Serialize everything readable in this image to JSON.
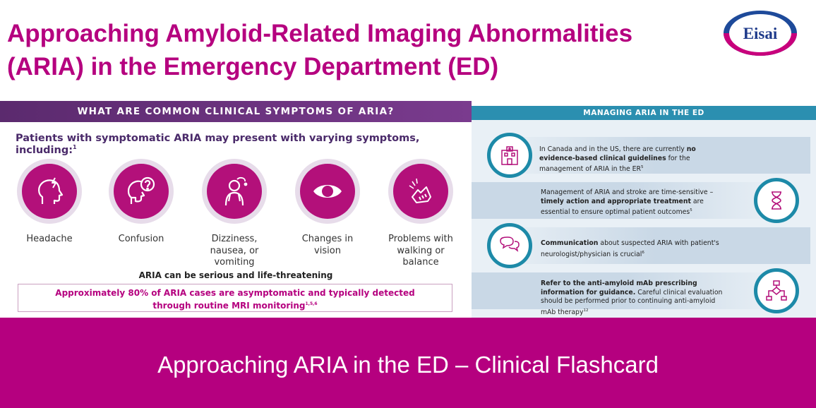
{
  "title_line1": "Approaching Amyloid-Related Imaging Abnormalities",
  "title_line2": "(ARIA) in the Emergency Department (ED)",
  "logo_text": "Eisai",
  "left_panel": {
    "heading": "WHAT ARE COMMON CLINICAL SYMPTOMS OF ARIA?",
    "intro": "Patients with symptomatic ARIA may present with varying symptoms, including:",
    "intro_ref": "1",
    "symptoms": [
      {
        "label1": "Headache",
        "label2": "",
        "label3": "",
        "icon": "head-pain-icon"
      },
      {
        "label1": "Confusion",
        "label2": "",
        "label3": "",
        "icon": "question-head-icon"
      },
      {
        "label1": "Dizziness,",
        "label2": "nausea, or",
        "label3": "vomiting",
        "icon": "dizzy-person-icon"
      },
      {
        "label1": "Changes in",
        "label2": "vision",
        "label3": "",
        "icon": "eye-icon"
      },
      {
        "label1": "Problems with",
        "label2": "walking or",
        "label3": "balance",
        "icon": "shoe-icon"
      }
    ],
    "serious_text": "ARIA can be serious and life-threatening",
    "note_line1": "Approximately 80% of ARIA cases are asymptomatic and typically detected",
    "note_line2": "through routine MRI monitoring",
    "note_ref": "1,5,6"
  },
  "right_panel": {
    "heading": "MANAGING ARIA IN THE ED",
    "items": [
      {
        "pre": "In Canada and in the US, there are currently ",
        "bold": "no evidence-based clinical guidelines",
        "post": " for the management of ARIA in the ER",
        "ref": "5",
        "icon": "hospital-icon"
      },
      {
        "pre": "Management of ARIA and stroke are time-sensitive – ",
        "bold": "timely action and appropriate treatment",
        "post": " are essential to ensure optimal patient outcomes",
        "ref": "5",
        "icon": "hourglass-icon"
      },
      {
        "pre": "",
        "bold": "Communication",
        "post": " about suspected ARIA with patient's neurologist/physician is crucial",
        "ref": "6",
        "icon": "speech-bubbles-icon"
      },
      {
        "pre": "",
        "bold": "Refer to the anti-amyloid mAb prescribing information for guidance.",
        "post": " Careful clinical evaluation should be performed prior to continuing anti-amyloid mAb therapy",
        "ref": "12",
        "icon": "flowchart-icon"
      }
    ]
  },
  "footer_text": "Approaching ARIA in the ED – Clinical Flashcard",
  "colors": {
    "magenta": "#b5007f",
    "purple": "#5b2a6e",
    "teal": "#1d8aa8",
    "light_blue": "#e9f0f6"
  }
}
